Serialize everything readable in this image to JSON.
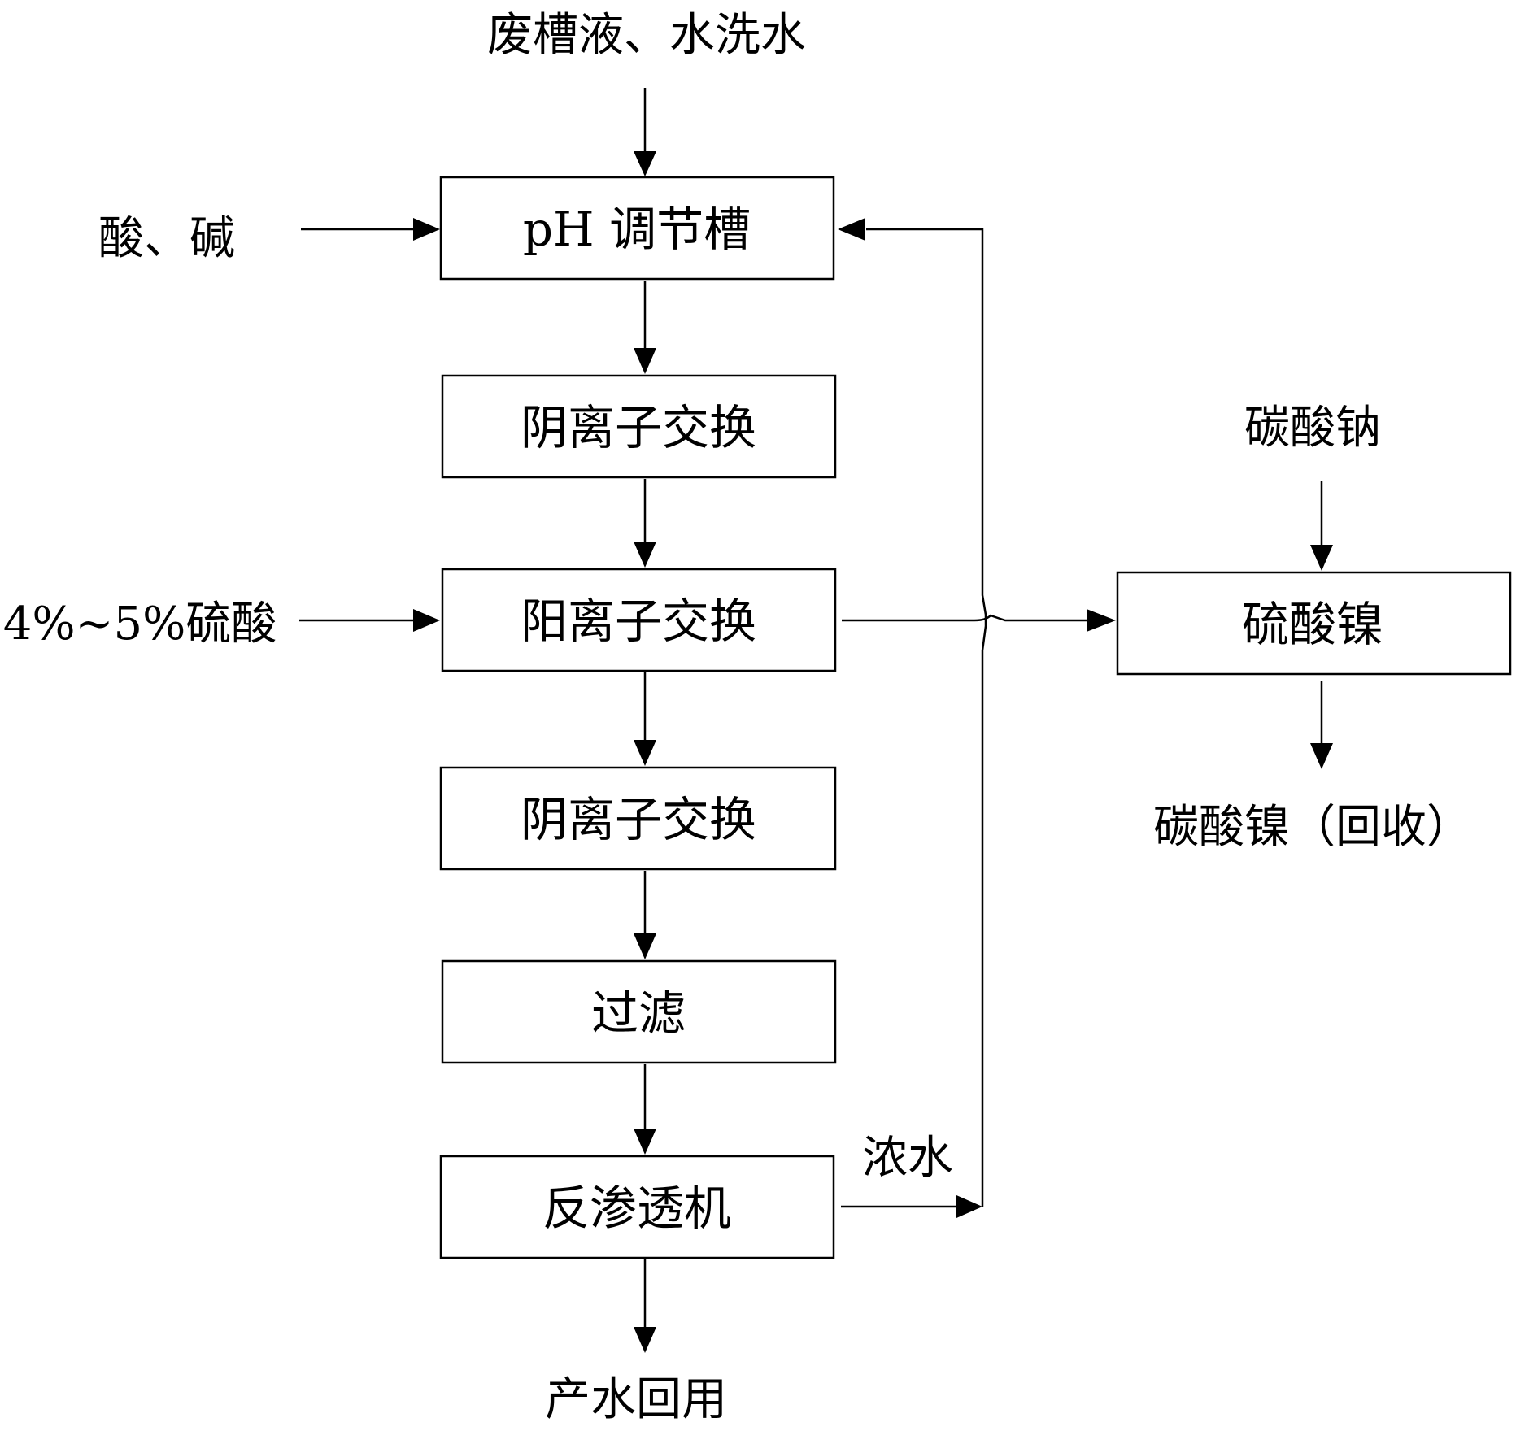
{
  "inputs": {
    "waste": "废槽液、水洗水",
    "acid_base": "酸、碱",
    "sulfuric": "4%~5%硫酸",
    "sodium_carbonate": "碳酸钠"
  },
  "steps": {
    "ph_tank": "pH 调节槽",
    "anion_1": "阴离子交换",
    "cation": "阳离子交换",
    "anion_2": "阴离子交换",
    "filter": "过滤",
    "ro": "反渗透机",
    "nickel_sulfate": "硫酸镍"
  },
  "outputs": {
    "concentrate": "浓水",
    "product_water": "产水回用",
    "nickel_carbonate": "碳酸镍（回收）"
  }
}
